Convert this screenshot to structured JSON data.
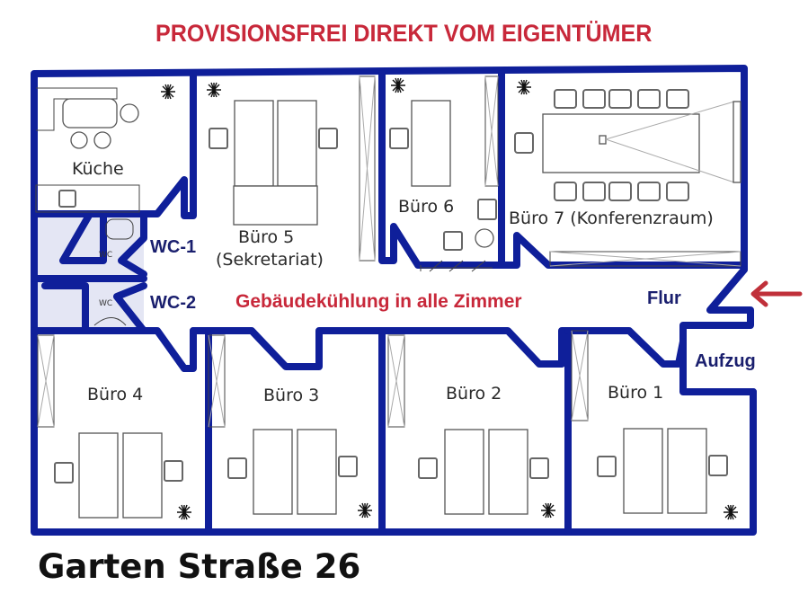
{
  "headline": "PROVISIONSFREI DIREKT VOM EIGENTÜMER",
  "address": "Garten Straße 26",
  "colors": {
    "headline_red": "#c8283a",
    "wall_blue": "#0f1f9a",
    "label_navy": "#1a1f6e",
    "arrow_red": "#c0303a",
    "wc_tint": "#e4e6f4"
  },
  "rooms": {
    "kitchen": "Küche",
    "buero5_name": "Büro 5",
    "buero5_sub": "(Sekretariat)",
    "buero6": "Büro 6",
    "buero7": "Büro 7 (Konferenzraum)",
    "wc1": "WC-1",
    "wc2": "WC-2",
    "buero4": "Büro 4",
    "buero3": "Büro 3",
    "buero2": "Büro 2",
    "buero1": "Büro 1",
    "corridor": "Flur",
    "elevator": "Aufzug"
  },
  "notes": {
    "cooling": "Gebäudekühlung in alle Zimmer"
  },
  "icons": {
    "entrance_arrow": "left-arrow-icon",
    "window_marker": "sun-burst-icon"
  }
}
